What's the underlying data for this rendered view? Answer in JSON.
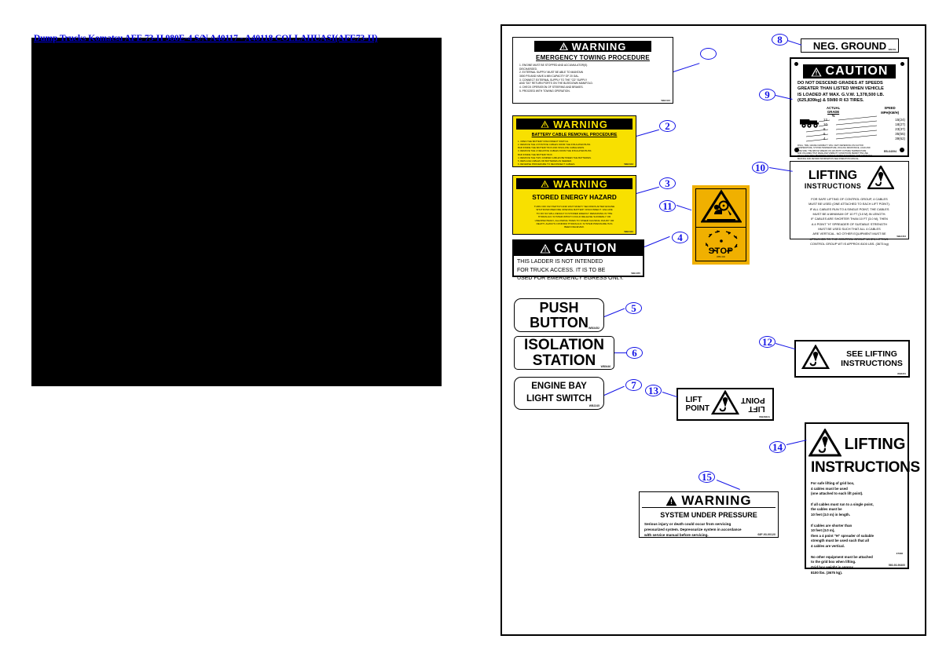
{
  "document": {
    "title": "Dump Trucks Komatsu AFE 73-H 980E-4 S/N A40117 - A40118 COLLAHUASI(AFE73-H)",
    "left_image_alt": "parts-diagram-photo"
  },
  "callouts": [
    {
      "number": "",
      "name": "callout-1"
    },
    {
      "number": "2",
      "name": "callout-2"
    },
    {
      "number": "3",
      "name": "callout-3"
    },
    {
      "number": "4",
      "name": "callout-4"
    },
    {
      "number": "5",
      "name": "callout-5"
    },
    {
      "number": "6",
      "name": "callout-6"
    },
    {
      "number": "7",
      "name": "callout-7"
    },
    {
      "number": "8",
      "name": "callout-8"
    },
    {
      "number": "9",
      "name": "callout-9"
    },
    {
      "number": "10",
      "name": "callout-10"
    },
    {
      "number": "11",
      "name": "callout-11"
    },
    {
      "number": "12",
      "name": "callout-12"
    },
    {
      "number": "13",
      "name": "callout-13"
    },
    {
      "number": "14",
      "name": "callout-14"
    },
    {
      "number": "15",
      "name": "callout-15"
    }
  ],
  "decals": {
    "towing": {
      "header": "WARNING",
      "subtitle": "EMERGENCY TOWING  PROCEDURE",
      "lines": [
        "1. ENGINE MUST BE STOPPED AND ACCUMULATOR(S)",
        "    DISCHARGED.",
        "2. EXTERNAL SUPPLY MUST BE ABLE TO MAINTAIN",
        "    3000 PSI AND HAVE A MIN CAPACITY OF 20 GAL.",
        "3. CONNECT EXTERNAL SUPPLY TO THE \"CD\" SUPPLY",
        "    AND \"DD\" RETURN PORTS ON THE BLEEDOWN MANIFOLD.",
        "4. CHECK OPERATION OF STEERING AND BRAKES.",
        "5. PROCEED WITH TOWING OPERATION."
      ],
      "code": "WB2443"
    },
    "battery": {
      "header": "WARNING",
      "subtitle": "BATTERY CABLE REMOVAL PROCEDURE",
      "lines": [
        "1. OPEN THE BATTERY DISCONNECT SWITCH.",
        "2. REMOVE THE 2 POSITIVE CABLES FROM THE INSULATED BUSS",
        "    BAR INSIDE THE BATTERY BOX AND INSULATE CABLE ENDS.",
        "3. REMOVE THE 2 NEGATIVE CABLES FROM THE INSULATED BUSS",
        "    BAR INSIDE THE BATTERY BOX.",
        "4. REMOVE THE TWO JUMPER CABLES BETWEEN THE BATTERIES.",
        "5. REPLACE CABLES OR BATTERIES AS NEEDED.",
        "6. REVERSE PROCEDURE TO RECONNECT CABLES."
      ],
      "code": "WB3443"
    },
    "stored_energy": {
      "header": "WARNING",
      "subtitle": "STORED ENERGY HAZARD",
      "lines": [
        "TURN OFF KEYSWITCH AND WAIT NINETY SECONDS AFTER ENGINE",
        "SHUTDOWN BEFORE OPENING BATTERY DISCONNECT. FAILURE",
        "TO DO SO WILL RESULT IN STORED ENERGY REMAINING IN THE",
        "HYDRAULIC SYSTEM WHICH COULD RELEASE SUDDENLY OR",
        "UNEXPECTEDLY, ALLOWING TIRES TO STEER CAUSING INJURY OR",
        "DEATH. ALWAYS CONFIRM HYDRAULIC SYSTEM PRESSURE HAS",
        "BEEN RELIEVED."
      ],
      "code": "WB2442"
    },
    "ladder": {
      "header": "CAUTION",
      "lines": [
        "THIS LADDER IS NOT INTENDED",
        "FOR TRUCK ACCESS.   IT IS TO BE",
        "USED FOR EMERGENCY EGRESS ONLY."
      ],
      "code": "WB4455"
    },
    "push_button": {
      "line1": "PUSH",
      "line2": "BUTTON",
      "code": "WB3452"
    },
    "isolation_station": {
      "line1": "ISOLATION",
      "line2": "STATION",
      "code": "WB0446"
    },
    "engine_bay": {
      "line1": "ENGINE BAY",
      "line2": "LIGHT SWITCH",
      "code": "WB2245"
    },
    "neg_ground": {
      "text": "NEG. GROUND",
      "code": "WB249"
    },
    "grades": {
      "header": "CAUTION",
      "lines": [
        "DO NOT  DESCEND GRADES AT SPEEDS",
        "GREATER THAN LISTED WHEN VEHICLE",
        "IS LOADED AT MAX. G.V.W. 1,378,500 LB.",
        "(625,839kg) & 59/80 R 63 TIRES."
      ],
      "col1_head_l1": "ACTUAL",
      "col1_head_l2": "GRADE",
      "col1_head_l3": "%",
      "col2_head_l1": "SPEED",
      "col2_head_l2": "MPH(KM/H)",
      "table": [
        {
          "grade": "12",
          "speed": "15(24)"
        },
        {
          "grade": "10",
          "speed": "18(27)"
        },
        {
          "grade": "8",
          "speed": "23(37)"
        },
        {
          "grade": "6",
          "speed": "35(55)"
        },
        {
          "grade": "4",
          "speed": "39(62)"
        }
      ],
      "fineprint": [
        "FINAL, TIRE, GRADE CAPABILITY WILL VARY DEPENDING ON FACTOR",
        "TEMPERATURE, SYSTEM TEMPERATURE, ROLLING RESISTANCE, LOAD AND",
        "TIRE SIZE. THE ABOVE SPEEDS ON 12% BOTH OUTSIDE TEMPERATURE",
        "AND VOLUMES THAT MAKE AND VISIBILITY CONDITIONS PERMIT THE USE",
        "OF ALL AVAILABLE RETARDING TORQUE WITHOUT SKIDDING. FOR ADDITIONAL",
        "BRAKING AND RETARD INFORMATION SEE OPERATION MANUAL."
      ],
      "footer_note": "BASED ON THE TESTING SPECIFICATION",
      "code": "EB-64094"
    },
    "lifting_control_group": {
      "title_l1": "LIFTING",
      "title_l2": "INSTRUCTIONS",
      "lines": [
        "FOR SAFE LIFTING OF CONTROL GROUP, 4 CABLES",
        "MUST BE USED (ONE ATTACHED TO EACH LIFT POINT).",
        "IF ALL CABLES RUN TO A SINGLE POINT, THE CABLES",
        "MUST BE A MINIMUM OF 10 FT (3.0 M) IN LENGTH.",
        "IF CABLES ARE SHORTER THAN 10 FT (3.0 M), THEN",
        "A 4 POINT \"H\" SPREADER OF SUITABLE STRENGTH",
        "MUST BE USED SUCH THAT ALL 4 CABLES",
        "ARE VERTICAL. NO OTHER EQUIPMENT MUST BE",
        "ATTACHED TO THE CONTROL GROUP WHEN LIFTING.",
        "CONTROL GROUP WT IS APPROX 8100 LBS. (3673 kg)"
      ],
      "code": "WB3453"
    },
    "see_lifting": {
      "line1": "SEE LIFTING",
      "line2": "INSTRUCTIONS",
      "code": "WB3301"
    },
    "lift_point": {
      "left_l1": "LIFT",
      "left_l2": "POINT",
      "right_l1": "POINT",
      "right_l2": "LIFT",
      "code": "WB3832A"
    },
    "system_pressure": {
      "header": "WARNING",
      "subtitle": "SYSTEM UNDER PRESSURE",
      "lines": [
        "Serious injury or death could occur from servicing",
        "pressurized system. Depressurize system in accordance",
        "with service manual before servicing."
      ],
      "code": "68F-93-00120"
    },
    "lifting_grid_box": {
      "title_l1": "LIFTING",
      "title_l2": "INSTRUCTIONS",
      "para1": [
        "For safe lifting of grid box,",
        "4 cables must be used",
        "(one attached to each lift point)."
      ],
      "para2": [
        "If all cables must run to a single point,",
        "the cables must be",
        "10 feet (3.0 m) in length."
      ],
      "para3": [
        "If cables are shorter than",
        "10 feet (3.0 m),",
        "then a 4 point \"H\" spreader of suitable",
        "strength must be used such that all",
        "4 cables are vertical."
      ],
      "para4": [
        "No other equipment must be attached",
        "to the grid box when lifting.",
        "Grid box weight is approx.",
        "8100 lbs. (3675 kg)."
      ],
      "code_small": "47166",
      "code": "560-93-96400"
    },
    "stop_decal": {
      "word": "STOP",
      "code": "WB3 446"
    }
  }
}
